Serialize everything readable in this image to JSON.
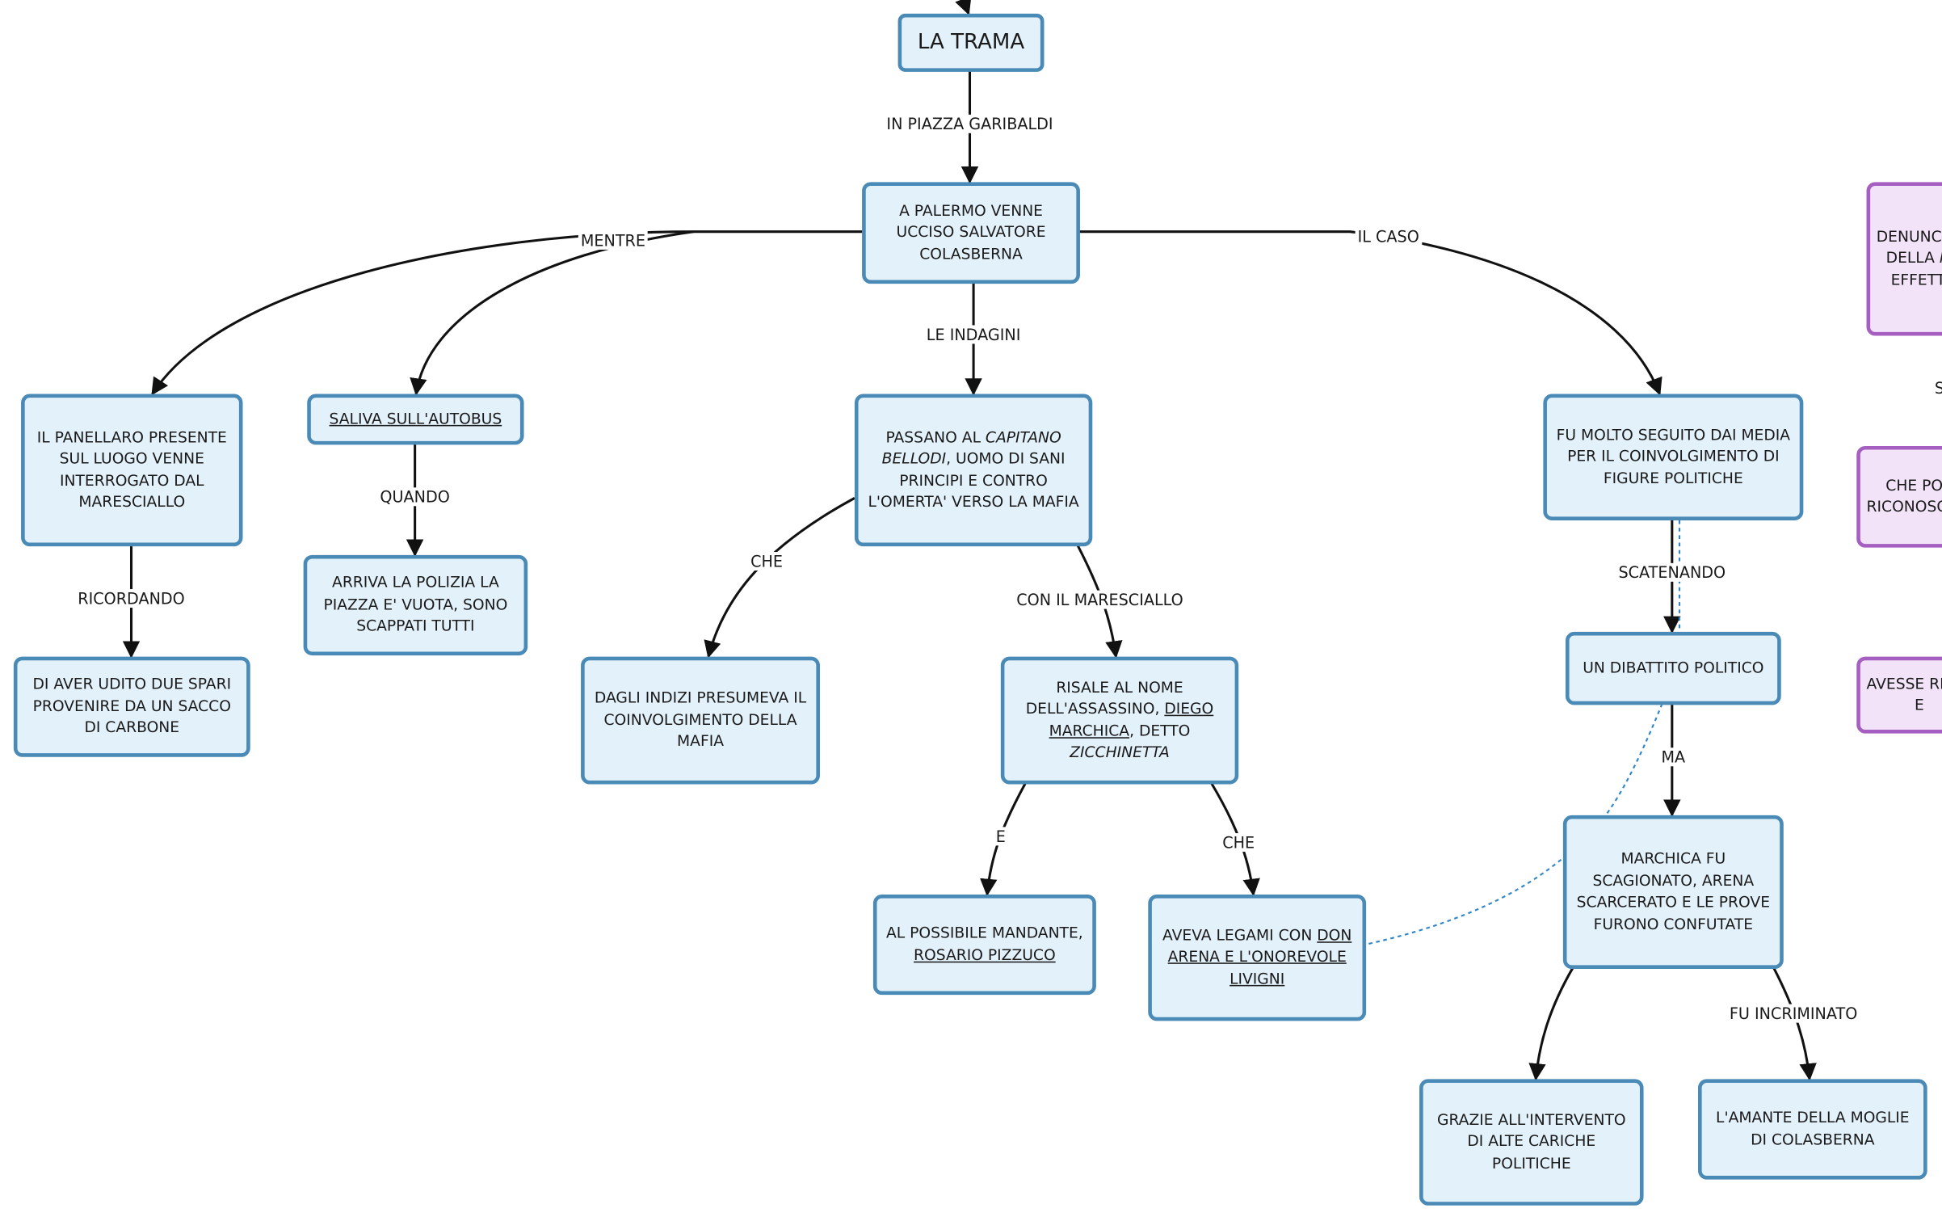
{
  "nodes": {
    "trama": "LA TRAMA",
    "palermo": "A PALERMO VENNE UCCISO SALVATORE COLASBERNA",
    "panellaro": "IL PANELLARO PRESENTE SUL LUOGO VENNE INTERROGATO DAL MARESCIALLO",
    "spari": "DI AVER UDITO DUE SPARI PROVENIRE DA UN SACCO DI CARBONE",
    "saliva": "SALIVA SULL'AUTOBUS",
    "polizia": "ARRIVA LA POLIZIA LA PIAZZA E' VUOTA, SONO SCAPPATI TUTTI",
    "passano_1": "PASSANO AL ",
    "passano_2": "CAPITANO BELLODI",
    "passano_3": ", UOMO DI SANI PRINCIPI E CONTRO L'OMERTA' VERSO LA MAFIA",
    "indizi": "DAGLI INDIZI PRESUMEVA IL COINVOLGIMENTO DELLA MAFIA",
    "risale_1": "RISALE AL NOME DELL'ASSASSINO, ",
    "risale_2": "DIEGO MARCHICA",
    "risale_3": ", DETTO ",
    "risale_4": "ZICCHINETTA",
    "mandante_1": "AL POSSIBILE MANDANTE,",
    "mandante_2": "ROSARIO PIZZUCO",
    "legami_1": "AVEVA LEGAMI CON ",
    "legami_2": "DON ARENA E L'ONOREVOLE LIVIGNI",
    "media": "FU MOLTO SEGUITO DAI MEDIA PER IL COINVOLGIMENTO DI FIGURE POLITICHE",
    "dibattito": "UN DIBATTITO POLITICO",
    "scagionato": "MARCHICA FU SCAGIONATO, ARENA SCARCERATO E LE PROVE FURONO CONFUTATE",
    "grazie": "GRAZIE ALL'INTERVENTO DI ALTE CARICHE POLITICHE",
    "amante": "L'AMANTE DELLA MOGLIE DI COLASBERNA",
    "p1_a": "DENUNCI",
    "p1_b": "DELLA ",
    "p1_b2": "M",
    "p1_c": "EFFETT",
    "p2_a": "CHE PO",
    "p2_b": "RICONOSC",
    "p3_a": "AVESSE RI",
    "p3_b": "E"
  },
  "labels": {
    "piazza": "IN PIAZZA GARIBALDI",
    "mentre": "MENTRE",
    "il_caso": "IL CASO",
    "indagini": "LE INDAGINI",
    "ricordando": "RICORDANDO",
    "quando": "QUANDO",
    "che1": "CHE",
    "con_maresciallo": "CON IL MARESCIALLO",
    "e": "E",
    "che2": "CHE",
    "scatenando": "SCATENANDO",
    "ma": "MA",
    "fu_incriminato": "FU INCRIMINATO",
    "s_partial": "S"
  },
  "colors": {
    "node_fill": "#e3f1fb",
    "node_border": "#4a8ab6",
    "purple_fill": "#f2e3f8",
    "purple_border": "#a55fc0",
    "edge": "#111111",
    "dashed_link": "#2f86c8"
  }
}
